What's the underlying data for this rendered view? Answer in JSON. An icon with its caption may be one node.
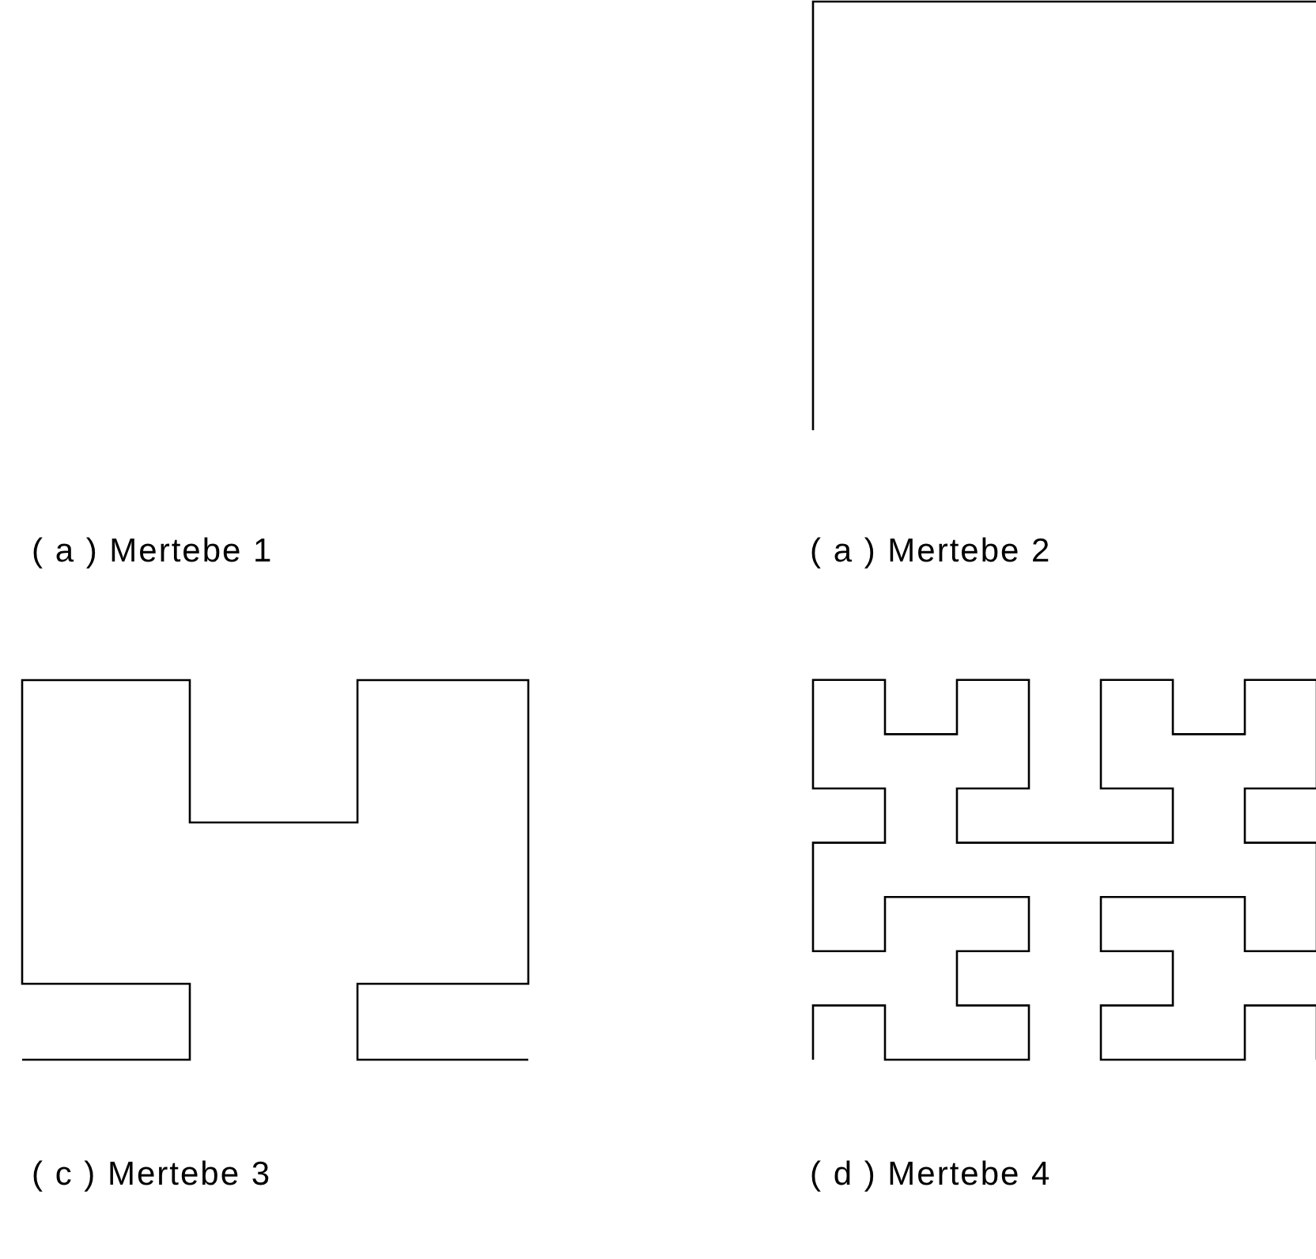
{
  "diagram": {
    "labels": [
      "( a ) Mertebe 1",
      "( a ) Mertebe 2",
      "( c ) Mertebe 3",
      "( d ) Mertebe 4"
    ]
  }
}
